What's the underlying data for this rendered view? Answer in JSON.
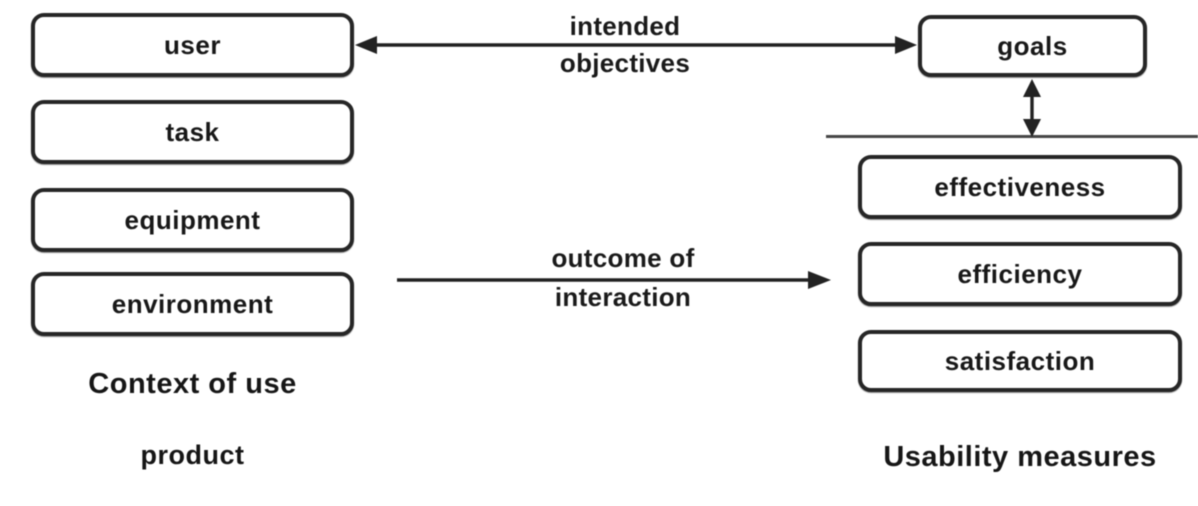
{
  "colors": {
    "ink": "#1c1c1c",
    "box_border": "#262626",
    "divider": "#474747",
    "background": "#ffffff"
  },
  "context": {
    "boxes": [
      {
        "label": "user"
      },
      {
        "label": "task"
      },
      {
        "label": "equipment"
      },
      {
        "label": "environment"
      }
    ],
    "title": "Context of use",
    "product_label": "product"
  },
  "goals": {
    "label": "goals"
  },
  "measures": {
    "boxes": [
      {
        "label": "effectiveness"
      },
      {
        "label": "efficiency"
      },
      {
        "label": "satisfaction"
      }
    ],
    "title": "Usability measures"
  },
  "arrows": {
    "intended_objectives": {
      "line1": "intended",
      "line2": "objectives"
    },
    "outcome_of_interaction": {
      "line1": "outcome of",
      "line2": "interaction"
    }
  }
}
